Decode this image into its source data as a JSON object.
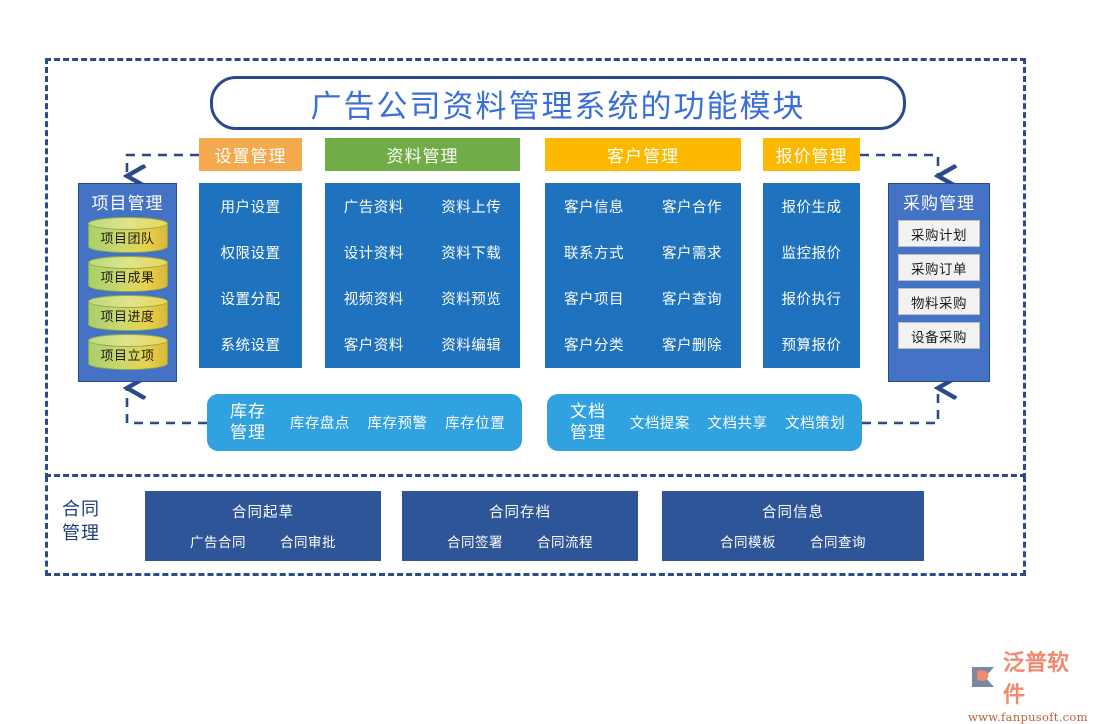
{
  "title": "广告公司资料管理系统的功能模块",
  "columns": [
    {
      "id": "settings",
      "header": "设置管理",
      "header_color": "#f5a94e",
      "items": [
        "用户设置",
        "权限设置",
        "设置分配",
        "系统设置"
      ]
    },
    {
      "id": "material",
      "header": "资料管理",
      "header_color": "#70ad47",
      "items": [
        "广告资料",
        "资料上传",
        "设计资料",
        "资料下载",
        "视频资料",
        "资料预览",
        "客户资料",
        "资料编辑"
      ]
    },
    {
      "id": "customer",
      "header": "客户管理",
      "header_color": "#fcb900",
      "items": [
        "客户信息",
        "客户合作",
        "联系方式",
        "客户需求",
        "客户项目",
        "客户查询",
        "客户分类",
        "客户删除"
      ]
    },
    {
      "id": "quote",
      "header": "报价管理",
      "header_color": "#fcb900",
      "items": [
        "报价生成",
        "监控报价",
        "报价执行",
        "预算报价"
      ]
    }
  ],
  "project": {
    "title": "项目管理",
    "items": [
      "项目团队",
      "项目成果",
      "项目进度",
      "项目立项"
    ]
  },
  "purchase": {
    "title": "采购管理",
    "items": [
      "采购计划",
      "采购订单",
      "物料采购",
      "设备采购"
    ]
  },
  "stock": {
    "title": "库存\n管理",
    "title_line1": "库存",
    "title_line2": "管理",
    "items": [
      "库存盘点",
      "库存预警",
      "库存位置"
    ]
  },
  "document": {
    "title_line1": "文档",
    "title_line2": "管理",
    "items": [
      "文档提案",
      "文档共享",
      "文档策划"
    ]
  },
  "contract": {
    "label_line1": "合同",
    "label_line2": "管理",
    "boxes": [
      {
        "title": "合同起草",
        "subs": [
          "广告合同",
          "合同审批"
        ]
      },
      {
        "title": "合同存档",
        "subs": [
          "合同签署",
          "合同流程"
        ]
      },
      {
        "title": "合同信息",
        "subs": [
          "合同模板",
          "合同查询"
        ]
      }
    ]
  },
  "logo": {
    "name": "泛普软件",
    "url": "www.fanpusoft.com"
  },
  "colors": {
    "frame": "#2b4a8b",
    "title_text": "#3a6fd8",
    "panel_blue": "#1f72bd",
    "side_blue": "#4472c4",
    "row_blue": "#30a2e0",
    "contract_blue": "#2e5597",
    "connector": "#2b4a8b"
  }
}
